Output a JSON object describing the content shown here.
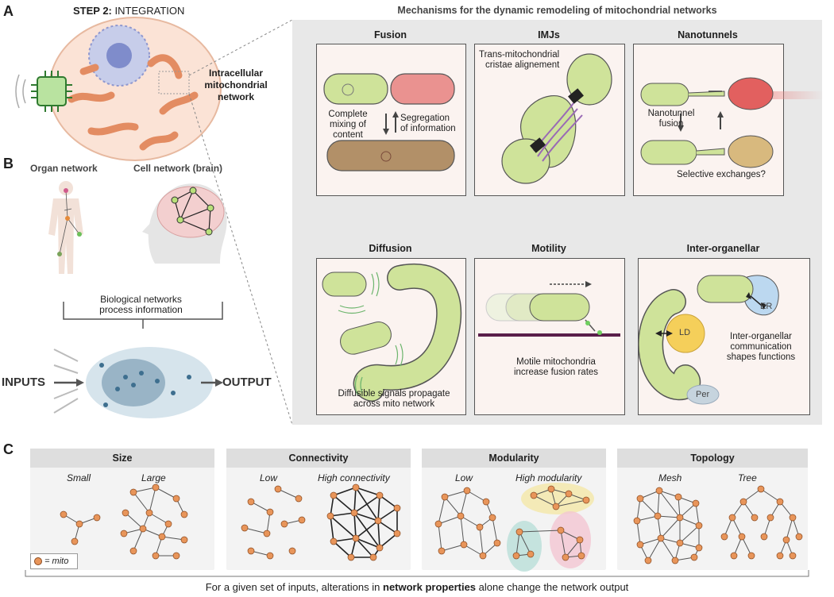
{
  "panel_a": {
    "letter": "A",
    "step_bold": "STEP 2:",
    "step_rest": " INTEGRATION",
    "network_label": [
      "Intracellular",
      "mitochondrial",
      "network"
    ],
    "mechanisms_title": "Mechanisms for the dynamic remodeling of mitochondrial networks",
    "fusion": {
      "title": "Fusion",
      "left_label": [
        "Complete",
        "mixing of",
        "content"
      ],
      "right_label": [
        "Segregation",
        "of information"
      ]
    },
    "imjs": {
      "title": "IMJs",
      "label": [
        "Trans-mitochondrial",
        "cristae alignement"
      ]
    },
    "nanotunnels": {
      "title": "Nanotunnels",
      "label": [
        "Nanotunnel",
        "fusion"
      ],
      "question": "Selective exchanges?"
    },
    "diffusion": {
      "title": "Diffusion",
      "label": [
        "Diffusible signals propagate",
        "across mito network"
      ]
    },
    "motility": {
      "title": "Motility",
      "label": [
        "Motile mitochondria",
        "increase fusion rates"
      ]
    },
    "inter": {
      "title": "Inter-organellar",
      "er": "ER",
      "ld": "LD",
      "per": "Per",
      "label": [
        "Inter-organellar",
        "communication",
        "shapes functions"
      ]
    }
  },
  "panel_b": {
    "letter": "B",
    "organ_title": "Organ network",
    "cell_title": "Cell network (brain)",
    "process_label": [
      "Biological networks",
      "process information"
    ],
    "inputs": "INPUTS",
    "output": "OUTPUT"
  },
  "panel_c": {
    "letter": "C",
    "panels": [
      {
        "title": "Size",
        "left": "Small",
        "right": "Large"
      },
      {
        "title": "Connectivity",
        "left": "Low",
        "right": "High connectivity"
      },
      {
        "title": "Modularity",
        "left": "Low",
        "right": "High modularity"
      },
      {
        "title": "Topology",
        "left": "Mesh",
        "right": "Tree"
      }
    ],
    "legend": "= mito",
    "footer_pre": "For a given set of inputs, alterations in ",
    "footer_bold": "network properties",
    "footer_post": " alone change the network output"
  },
  "colors": {
    "node": "#e8955a",
    "mito_green": "#c7df8a",
    "mito_red": "#e98a88",
    "mito_brown": "#b08c64",
    "gray_bg": "#e8e8e8",
    "card_bg": "#fbf3f0"
  }
}
